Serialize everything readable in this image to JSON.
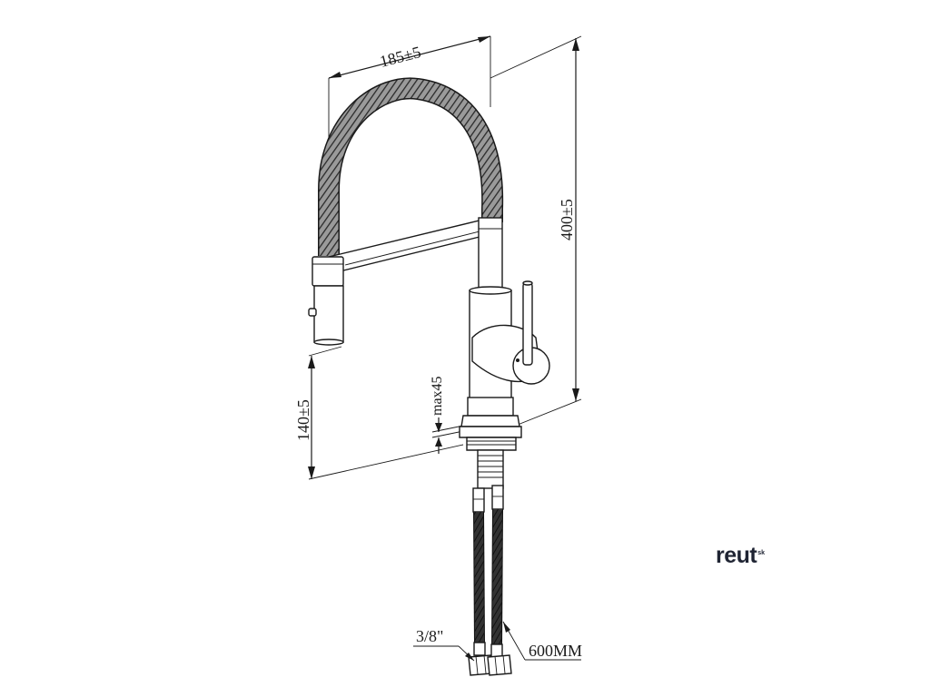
{
  "dimensions": {
    "width_label": "185±5",
    "height_label": "400±5",
    "spout_label": "140±5",
    "deck_label": "max45",
    "thread_label": "3/8\"",
    "hose_label": "600MM"
  },
  "brand": {
    "name": "reut",
    "suffix": "sk"
  },
  "colors": {
    "line": "#1a1a1a",
    "hose": "#262626",
    "spring": "#3a3a3a",
    "brand": "#1f2433"
  }
}
